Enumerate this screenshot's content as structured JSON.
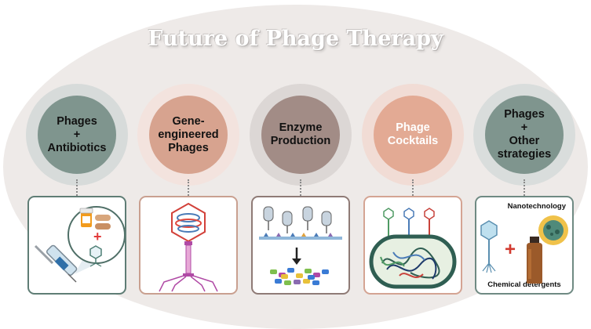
{
  "title": "Future of Phage Therapy",
  "strategies": [
    {
      "label": "Phages\n+\nAntibiotics",
      "ring": "#d7dbda",
      "disc": "#7f958e",
      "text": "#111111",
      "border": "#5f7d75"
    },
    {
      "label": "Gene-\nengineered\nPhages",
      "ring": "#f3e3de",
      "disc": "#d7a38f",
      "text": "#111111",
      "border": "#c9a090"
    },
    {
      "label": "Enzyme\nProduction",
      "ring": "#dcd7d5",
      "disc": "#a28c86",
      "text": "#111111",
      "border": "#8f7b76"
    },
    {
      "label": "Phage\nCocktails",
      "ring": "#f1dcd5",
      "disc": "#e3aa94",
      "text": "#ffffff",
      "border": "#d4a493"
    },
    {
      "label": "Phages\n+\nOther\nstrategies",
      "ring": "#d9dddc",
      "disc": "#7f958e",
      "text": "#111111",
      "border": "#6f8a83"
    }
  ],
  "panel_labels": {
    "nanotechnology": "Nanotechnology",
    "chemical_detergents": "Chemical detergents"
  },
  "icons": [
    "syringe-icon",
    "pill-bottle-icon",
    "capsule-icon",
    "phage-icon",
    "bacterium-icon",
    "enzyme-icon",
    "detergent-bottle-icon",
    "nanoparticle-icon"
  ]
}
